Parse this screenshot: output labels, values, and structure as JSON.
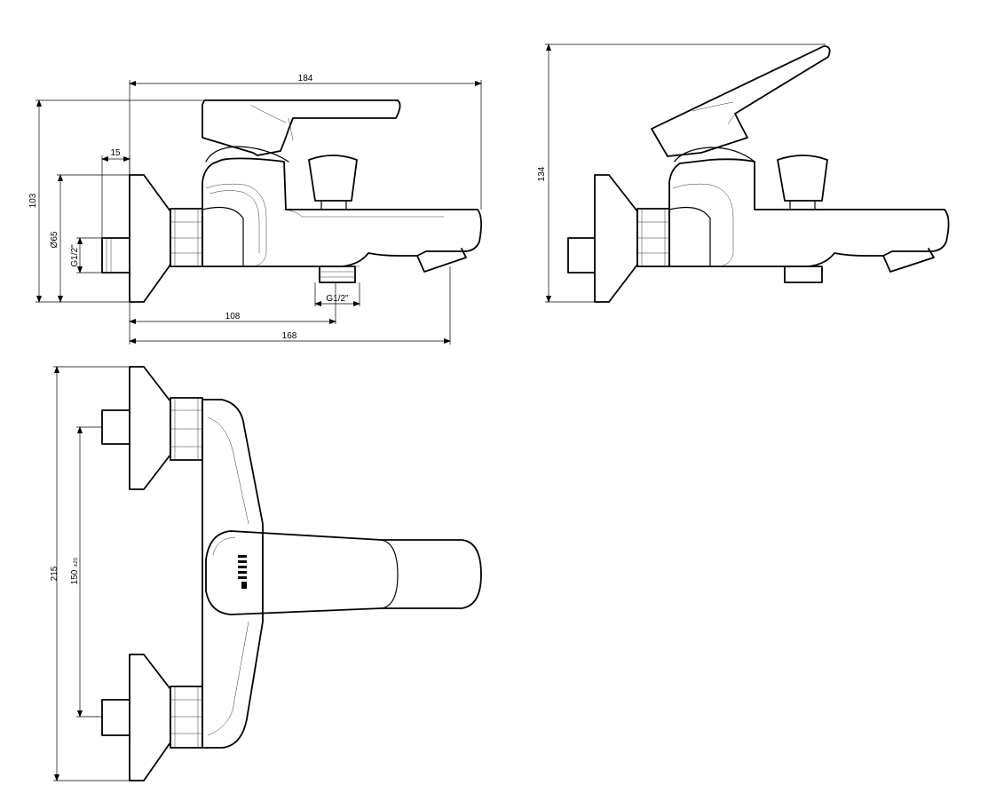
{
  "side_view": {
    "overall_length": "184",
    "height": "103",
    "wall_offset": "15",
    "flange_diameter": "Ø65",
    "inlet_thread": "G1/2\"",
    "outlet_thread": "G1/2\"",
    "outlet_distance": "108",
    "spout_length": "168"
  },
  "open_view": {
    "height": "134"
  },
  "top_view": {
    "total_width": "215",
    "inlet_spacing": "150",
    "inlet_spacing_tolerance": "±20"
  }
}
